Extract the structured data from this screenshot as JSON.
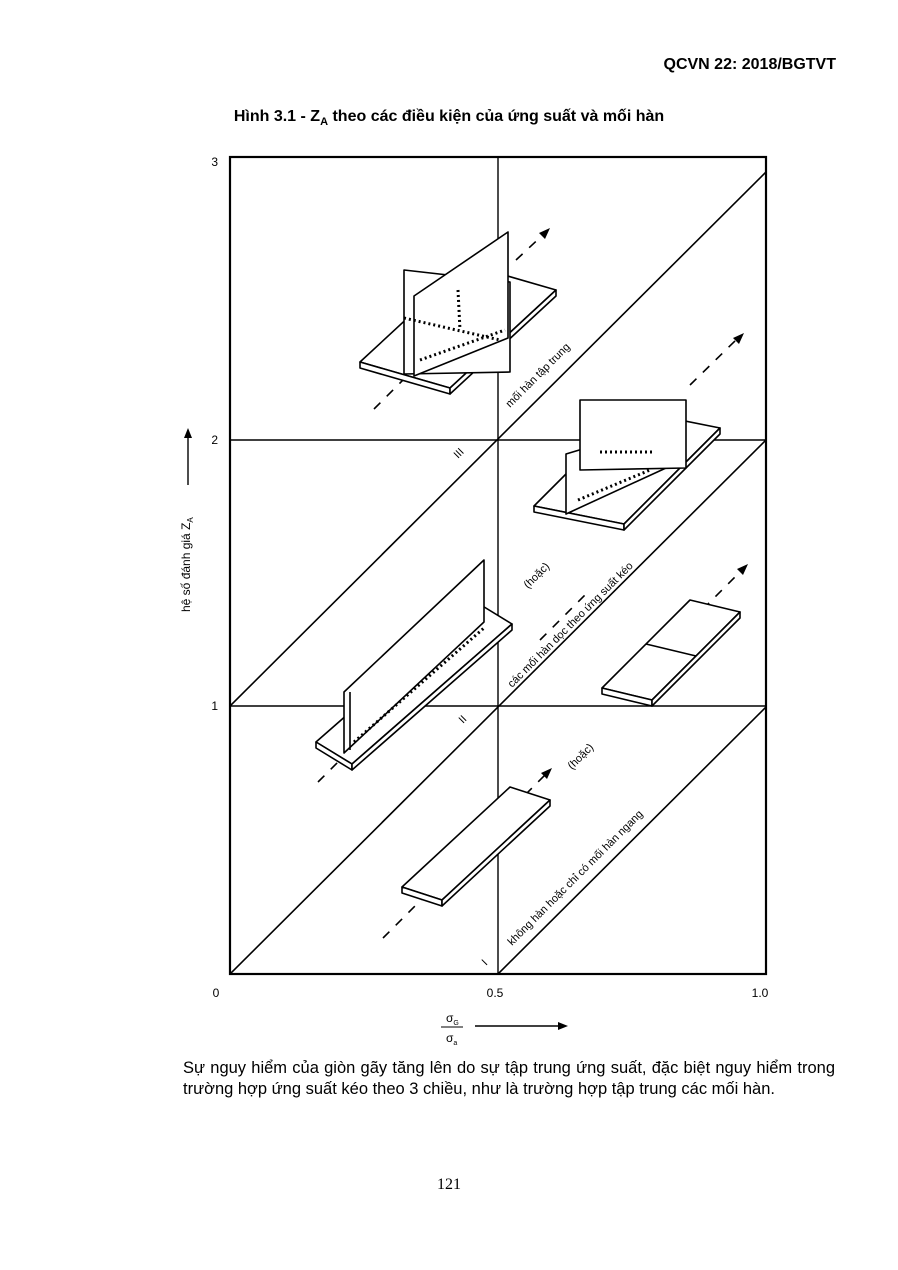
{
  "header": {
    "doc_code": "QCVN 22: 2018/BGTVT"
  },
  "figure": {
    "caption_prefix": "Hình 3.1 - Z",
    "caption_sub": "A",
    "caption_rest": " theo các điều kiện của ứng suất và mối hàn",
    "y_ticks": [
      "3",
      "2",
      "1",
      "0"
    ],
    "x_ticks": [
      "0.5",
      "1.0"
    ],
    "y_axis_label": "hệ số đánh giá Z",
    "y_axis_label_sub": "A",
    "x_axis_num": "σ",
    "x_axis_num_sub": "G",
    "x_axis_den": "σ",
    "x_axis_den_sub": "a",
    "region_labels": [
      "I",
      "II",
      "III"
    ],
    "line_labels": {
      "line3": "mối hàn tập trung",
      "line2": "các mối hàn dọc theo ứng suất kéo",
      "line2_or": "(hoặc)",
      "line1": "không hàn hoặc chỉ có mối hàn ngang",
      "line1_or": "(hoặc)"
    }
  },
  "body_text": "Sự nguy hiểm của giòn gãy tăng lên do sự tập trung ứng suất, đặc biệt nguy hiểm trong trường hợp ứng suất kéo theo 3 chiều, như là trường hợp tập trung các mối hàn.",
  "page_number": "121"
}
